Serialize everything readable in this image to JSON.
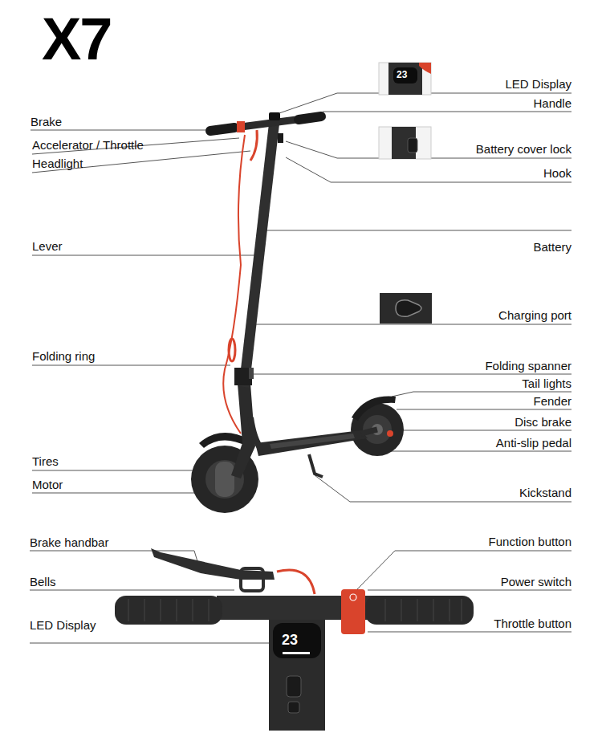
{
  "diagram": {
    "title": "X7",
    "labels": [
      "LED Display",
      "23",
      "Handle",
      "Brake",
      "Accelerator / Throttle",
      "Battery cover lock",
      "Headlight",
      "Hook",
      "Battery",
      "Lever",
      "Charging port",
      "Folding ring",
      "Folding spanner",
      "Tail lights",
      "Fender",
      "Disc brake",
      "Anti-slip pedal",
      "Tires",
      "Motor",
      "Kickstand",
      "Brake handbar",
      "Function button",
      "Bells",
      "Power switch",
      "LED Display",
      "23",
      "Throttle button"
    ]
  }
}
